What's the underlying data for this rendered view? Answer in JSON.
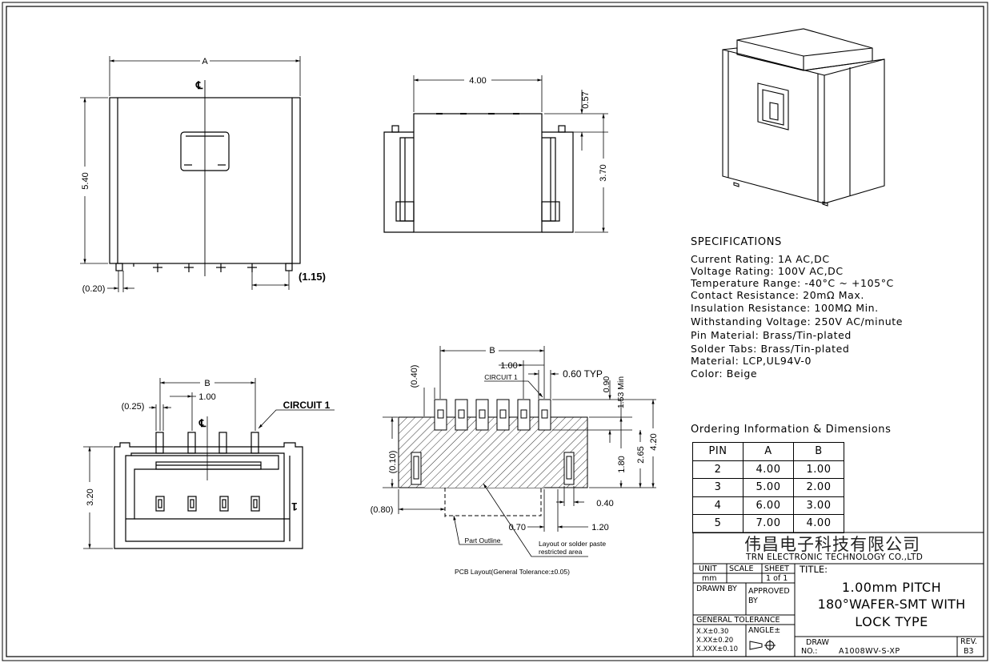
{
  "views": {
    "side_view": {
      "dim_a": "A",
      "centerline": "℄",
      "dim_height": "5.40",
      "dim_tab_offset": "(0.20)",
      "dim_lead": "(1.15)"
    },
    "front_view": {
      "dim_width": "4.00",
      "dim_top": "0.57",
      "dim_height": "3.70"
    },
    "top_view": {
      "dim_b": "B",
      "dim_pitch": "1.00",
      "dim_edge": "(0.25)",
      "centerline": "℄",
      "circuit_label": "CIRCUIT 1",
      "dim_height": "3.20",
      "pin_mark": "1"
    },
    "pcb_layout": {
      "dim_b": "B",
      "dim_pitch": "1.00",
      "dim_pad_width": "0.60 TYP",
      "circuit_label": "CIRCUIT 1",
      "dim_top_gap": "(0.40)",
      "dim_pad_len": "0.90",
      "dim_min": "1.53 Min",
      "dim_total": "4.20",
      "dim_mid": "2.65",
      "dim_tab": "1.80",
      "dim_small": "(0.10)",
      "dim_left_off": "(0.80)",
      "dim_tab_w": "0.40",
      "dim_bottom_a": "0.70",
      "dim_bottom_b": "1.20",
      "label_outline": "Part Outline",
      "label_area_1": "Layout or solder paste",
      "label_area_2": "restricted area",
      "caption": "PCB Layout(General Tolerance:±0.05)"
    }
  },
  "specifications": {
    "title": "SPECIFICATIONS",
    "lines": [
      "Current Rating:  1A  AC,DC",
      "Voltage Rating:  100V AC,DC",
      "Temperature Range:  -40°C ~ +105°C",
      "Contact Resistance:  20mΩ Max.",
      "Insulation Resistance:  100MΩ Min.",
      "Withstanding Voltage:  250V AC/minute",
      "Pin Material:  Brass/Tin-plated",
      "Solder Tabs:  Brass/Tin-plated",
      "Material:  LCP,UL94V-0",
      "Color:  Beige"
    ]
  },
  "ordering": {
    "title": "Ordering Information & Dimensions",
    "headers": [
      "PIN",
      "A",
      "B"
    ],
    "rows": [
      [
        "2",
        "4.00",
        "1.00"
      ],
      [
        "3",
        "5.00",
        "2.00"
      ],
      [
        "4",
        "6.00",
        "3.00"
      ],
      [
        "5",
        "7.00",
        "4.00"
      ]
    ]
  },
  "title_block": {
    "company_cn": "伟昌电子科技有限公司",
    "company_en": "TRN ELECTRONIC TECHNOLOGY CO.,LTD",
    "unit_label": "UNIT",
    "scale_label": "SCALE",
    "sheet_label": "SHEET",
    "unit_value": "mm",
    "sheet_value": "1 of 1",
    "title_label": "TITLE:",
    "title_lines": [
      "1.00mm PITCH",
      "180°WAFER-SMT WITH",
      "LOCK TYPE"
    ],
    "drawn_by": "DRAWN BY",
    "approved_by_1": "APPROVED",
    "approved_by_2": "BY",
    "general_tol": "GENERAL  TOLERANCE",
    "tol_1": "X.X±0.30",
    "tol_2": "X.XX±0.20",
    "tol_3": "X.XXX±0.10",
    "angle": "ANGLE±",
    "draw_no_label_1": "DRAW",
    "draw_no_label_2": "NO.:",
    "draw_no": "A1008WV-S-XP",
    "rev_label": "REV.",
    "rev": "B3"
  }
}
